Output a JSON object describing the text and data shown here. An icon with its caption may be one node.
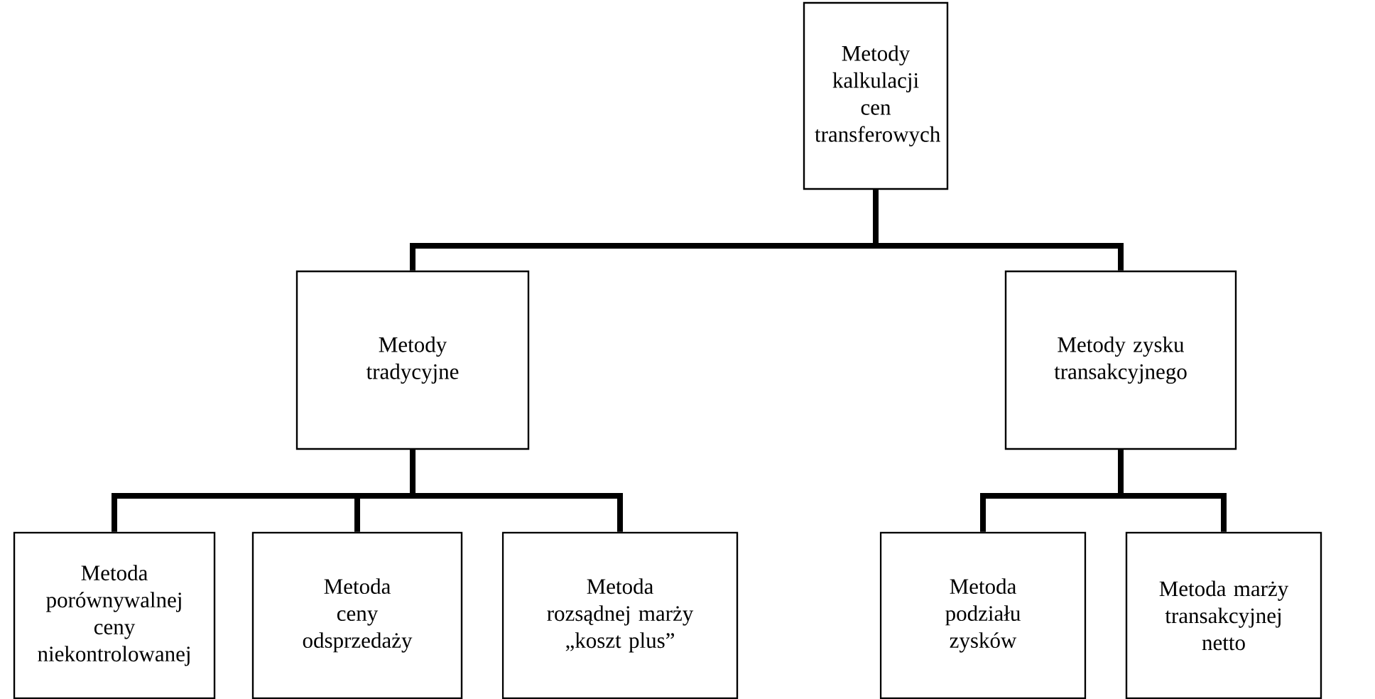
{
  "diagram": {
    "nodes": [
      {
        "text": [
          "Metody kalkulacji cen transferowych"
        ]
      },
      {
        "text": [
          "Metody tradycyjne"
        ]
      },
      {
        "text": [
          "Metody zysku transakcyjnego"
        ]
      },
      {
        "text": [
          "Metoda porównywalnej ceny niekontrolowanej"
        ]
      },
      {
        "text": [
          "Metoda ceny odsprzedaży"
        ]
      },
      {
        "text": [
          "Metoda rozsądnej marży „koszt plus”"
        ]
      },
      {
        "text": [
          "Metoda podziału zysków"
        ]
      },
      {
        "text": [
          "Metoda marży transakcyjnej netto"
        ]
      }
    ],
    "edges": [
      {
        "from": 0,
        "to": 1,
        "arrow": "none"
      },
      {
        "from": 0,
        "to": 2,
        "arrow": "none"
      },
      {
        "from": 1,
        "to": 3,
        "arrow": "none"
      },
      {
        "from": 1,
        "to": 4,
        "arrow": "none"
      },
      {
        "from": 1,
        "to": 5,
        "arrow": "none"
      },
      {
        "from": 2,
        "to": 6,
        "arrow": "none"
      },
      {
        "from": 2,
        "to": 7,
        "arrow": "none"
      }
    ]
  }
}
